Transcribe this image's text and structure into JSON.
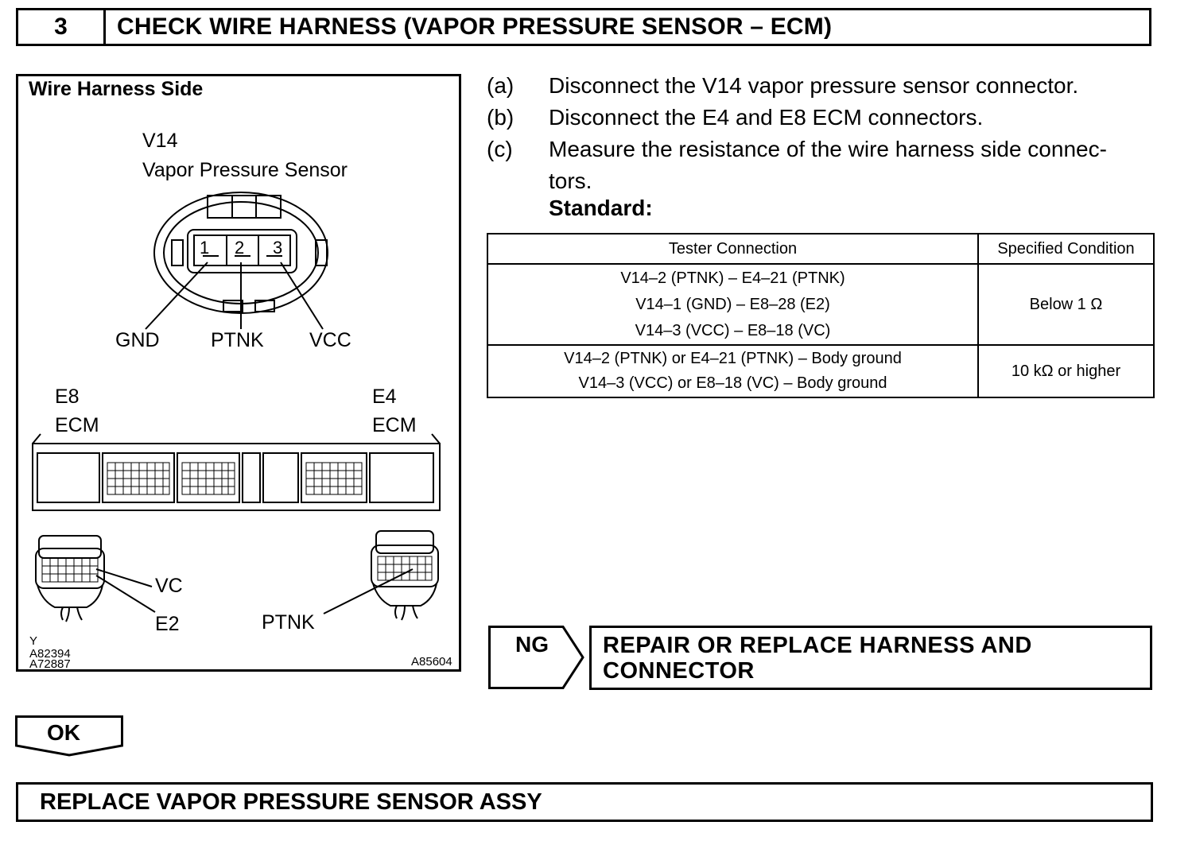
{
  "header": {
    "step_number": "3",
    "title": "CHECK WIRE HARNESS (VAPOR PRESSURE SENSOR – ECM)"
  },
  "figure": {
    "title": "Wire Harness Side",
    "sensor_code": "V14",
    "sensor_name": "Vapor Pressure Sensor",
    "pins": [
      "1",
      "2",
      "3"
    ],
    "pin_labels": {
      "gnd": "GND",
      "ptnk": "PTNK",
      "vcc": "VCC"
    },
    "ecm_left_code": "E8",
    "ecm_left_name": "ECM",
    "ecm_right_code": "E4",
    "ecm_right_name": "ECM",
    "left_terminals": {
      "vc": "VC",
      "e2": "E2"
    },
    "right_terminal": "PTNK",
    "ref_codes": [
      "Y",
      "A82394",
      "A72887"
    ],
    "fig_number": "A85604"
  },
  "instructions": [
    {
      "letter": "(a)",
      "text": "Disconnect the V14 vapor pressure sensor connector."
    },
    {
      "letter": "(b)",
      "text": "Disconnect the E4 and E8 ECM connectors."
    },
    {
      "letter": "(c)",
      "text": "Measure the resistance of the wire harness side connec-",
      "continuation": "tors."
    }
  ],
  "standard_label": "Standard:",
  "table": {
    "headers": [
      "Tester Connection",
      "Specified Condition"
    ],
    "rows": [
      {
        "connections": [
          "V14–2 (PTNK) – E4–21 (PTNK)",
          "V14–1 (GND) – E8–28 (E2)",
          "V14–3 (VCC) – E8–18 (VC)"
        ],
        "condition": "Below 1 Ω"
      },
      {
        "connections": [
          "V14–2 (PTNK) or E4–21 (PTNK) – Body ground",
          "V14–3 (VCC) or E8–18 (VC) – Body ground"
        ],
        "condition": "10 kΩ or higher"
      }
    ]
  },
  "ng": {
    "label": "NG",
    "action_line1": "REPAIR OR REPLACE HARNESS AND",
    "action_line2": "CONNECTOR"
  },
  "ok": {
    "label": "OK"
  },
  "final_action": "REPLACE VAPOR PRESSURE SENSOR ASSY"
}
